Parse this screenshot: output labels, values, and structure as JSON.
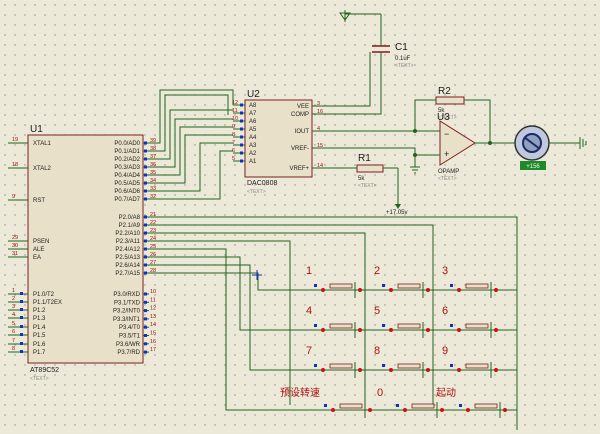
{
  "u1": {
    "ref": "U1",
    "part": "AT89C52",
    "text": "<TEXT>",
    "left_pins": [
      {
        "num": "19",
        "name": "XTAL1"
      },
      {
        "num": "18",
        "name": "XTAL2"
      },
      {
        "num": "9",
        "name": "RST"
      },
      {
        "num": "29",
        "name": "PSEN"
      },
      {
        "num": "30",
        "name": "ALE"
      },
      {
        "num": "31",
        "name": "EA"
      },
      {
        "num": "1",
        "name": "P1.0/T2"
      },
      {
        "num": "2",
        "name": "P1.1/T2EX"
      },
      {
        "num": "3",
        "name": "P1.2"
      },
      {
        "num": "4",
        "name": "P1.3"
      },
      {
        "num": "5",
        "name": "P1.4"
      },
      {
        "num": "6",
        "name": "P1.5"
      },
      {
        "num": "7",
        "name": "P1.6"
      },
      {
        "num": "8",
        "name": "P1.7"
      }
    ],
    "p0_pins": [
      {
        "num": "39",
        "name": "P0.0/AD0"
      },
      {
        "num": "38",
        "name": "P0.1/AD1"
      },
      {
        "num": "37",
        "name": "P0.2/AD2"
      },
      {
        "num": "36",
        "name": "P0.3/AD3"
      },
      {
        "num": "35",
        "name": "P0.4/AD4"
      },
      {
        "num": "34",
        "name": "P0.5/AD5"
      },
      {
        "num": "33",
        "name": "P0.6/AD6"
      },
      {
        "num": "32",
        "name": "P0.7/AD7"
      }
    ],
    "p2_pins": [
      {
        "num": "21",
        "name": "P2.0/A8"
      },
      {
        "num": "22",
        "name": "P2.1/A9"
      },
      {
        "num": "23",
        "name": "P2.2/A10"
      },
      {
        "num": "24",
        "name": "P2.3/A11"
      },
      {
        "num": "25",
        "name": "P2.4/A12"
      },
      {
        "num": "26",
        "name": "P2.5/A13"
      },
      {
        "num": "27",
        "name": "P2.6/A14"
      },
      {
        "num": "28",
        "name": "P2.7/A15"
      }
    ],
    "p3_pins": [
      {
        "num": "10",
        "name": "P3.0/RXD"
      },
      {
        "num": "11",
        "name": "P3.1/TXD"
      },
      {
        "num": "12",
        "name": "P3.2/INT0"
      },
      {
        "num": "13",
        "name": "P3.3/INT1"
      },
      {
        "num": "14",
        "name": "P3.4/T0"
      },
      {
        "num": "15",
        "name": "P3.5/T1"
      },
      {
        "num": "16",
        "name": "P3.6/WR"
      },
      {
        "num": "17",
        "name": "P3.7/RD"
      }
    ]
  },
  "u2": {
    "ref": "U2",
    "part": "DAC0808",
    "text": "<TEXT>",
    "left_pins": [
      {
        "num": "12",
        "name": "A8"
      },
      {
        "num": "11",
        "name": "A7"
      },
      {
        "num": "10",
        "name": "A6"
      },
      {
        "num": "9",
        "name": "A5"
      },
      {
        "num": "8",
        "name": "A4"
      },
      {
        "num": "7",
        "name": "A3"
      },
      {
        "num": "6",
        "name": "A2"
      },
      {
        "num": "5",
        "name": "A1"
      }
    ],
    "right_pins": [
      {
        "num": "3",
        "name": "VEE"
      },
      {
        "num": "16",
        "name": "COMP"
      },
      {
        "num": "4",
        "name": "IOUT"
      },
      {
        "num": "15",
        "name": "VREF-"
      },
      {
        "num": "14",
        "name": "VREF+"
      }
    ]
  },
  "c1": {
    "ref": "C1",
    "value": "0.1uF",
    "text": "<TEXT>"
  },
  "r1": {
    "ref": "R1",
    "value": "5k",
    "text": "<TEXT>"
  },
  "r2": {
    "ref": "R2",
    "value": "5k",
    "text": "<TEXT>"
  },
  "u3": {
    "ref": "U3",
    "part": "OPAMP",
    "text": "<TEXT>"
  },
  "motor": {
    "display": "+156"
  },
  "vref_label": "+17.05v",
  "keys": [
    {
      "label": "1"
    },
    {
      "label": "2"
    },
    {
      "label": "3"
    },
    {
      "label": "4"
    },
    {
      "label": "5"
    },
    {
      "label": "6"
    },
    {
      "label": "7"
    },
    {
      "label": "8"
    },
    {
      "label": "9"
    },
    {
      "label": "预设转速"
    },
    {
      "label": "0"
    },
    {
      "label": "起动"
    }
  ],
  "colors": {
    "background": "#ece9d8",
    "grid_dot": "#8a8a8a",
    "wire": "#206420",
    "body_border": "#7a1f1f",
    "body_fill": "#e8e0c8",
    "label": "#202020",
    "pin_label_red": "#a01010",
    "key_label": "#b01010",
    "pin_dot_blue": "#1030c0",
    "pin_dot_red": "#d01010",
    "motor_display": "#1f8a2a"
  }
}
